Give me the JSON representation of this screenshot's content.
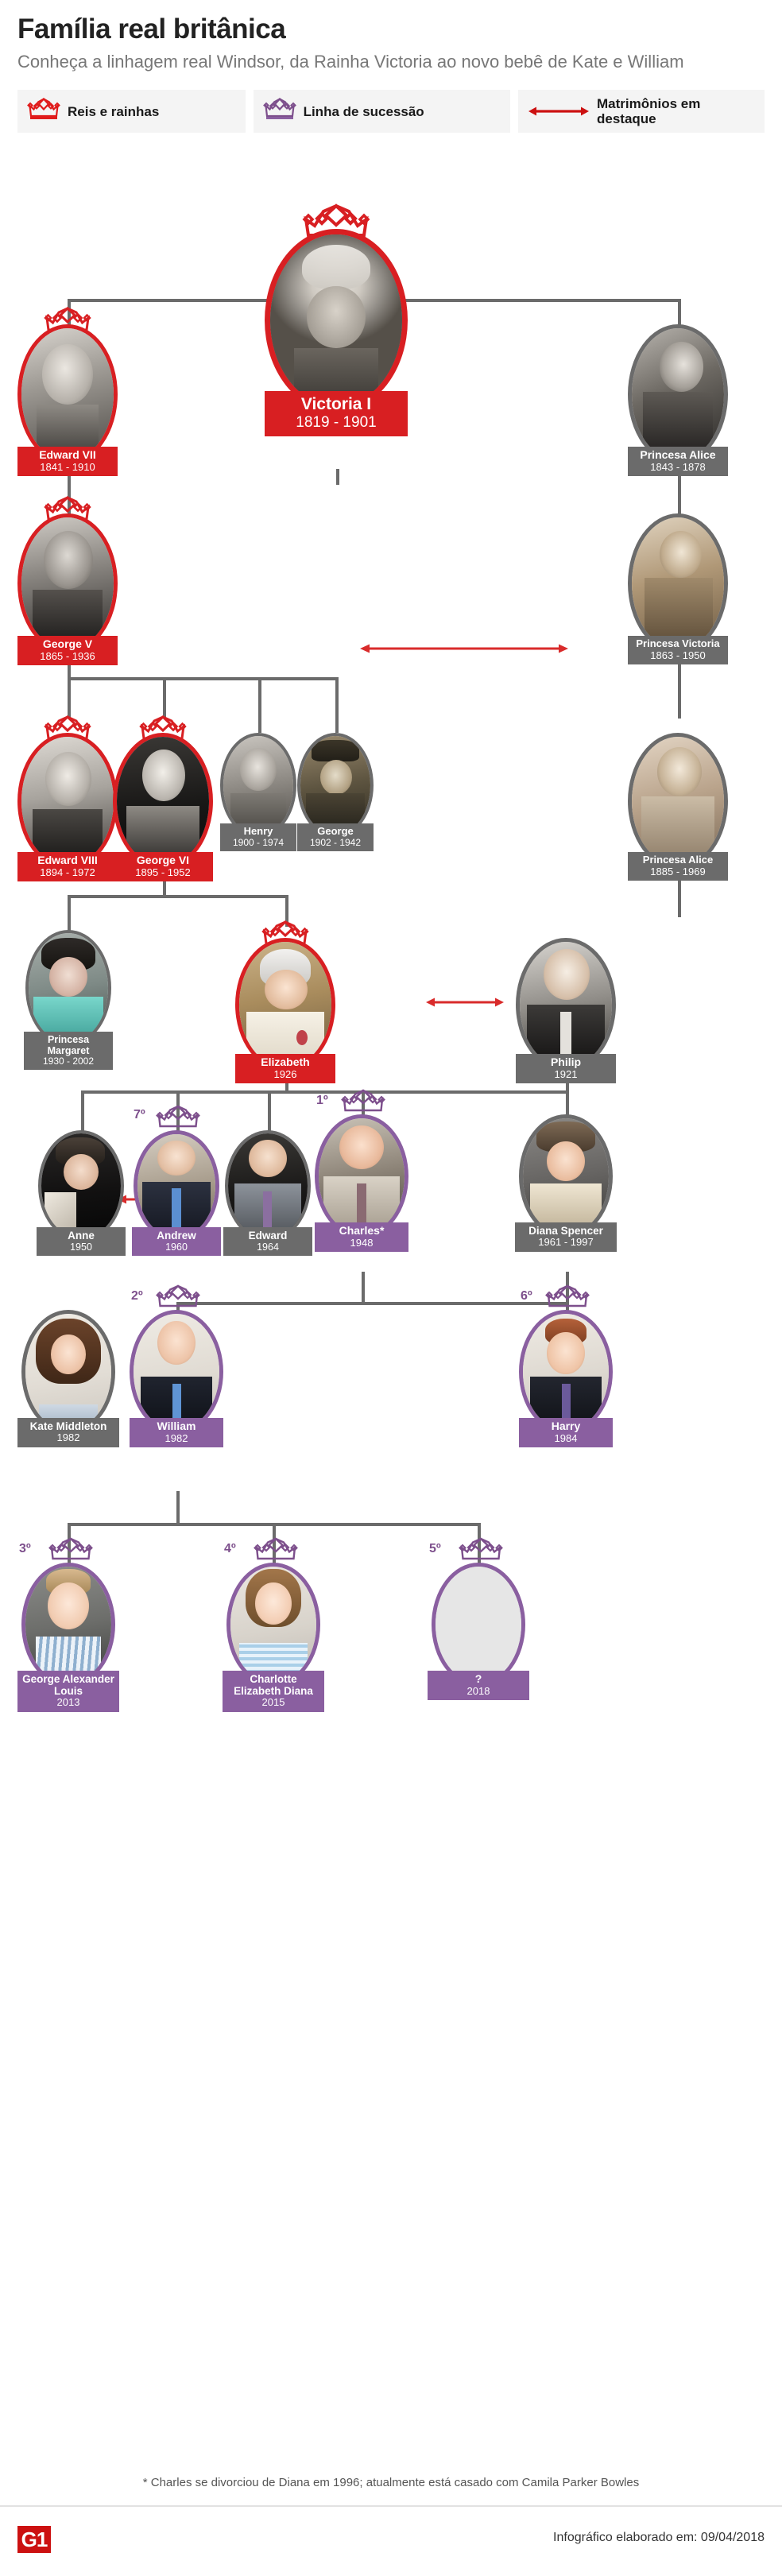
{
  "header": {
    "title": "Família real britânica",
    "subtitle": "Conheça a linhagem real Windsor, da Rainha Victoria ao novo bebê de Kate e William"
  },
  "legend": {
    "items": [
      {
        "icon": "crown-icon",
        "label": "Reis e rainhas",
        "color": "#e01b1b"
      },
      {
        "icon": "crown-icon",
        "label": "Linha de sucessão",
        "color": "#8a5fa0"
      },
      {
        "icon": "double-arrow-icon",
        "label": "Matrimônios em destaque",
        "color": "#cc1111"
      }
    ]
  },
  "colors": {
    "royal_red": "#d81f22",
    "succession_purple": "#8a5fa0",
    "neutral_gray": "#6b6b6b",
    "marriage_red": "#d92b2b"
  },
  "people": [
    {
      "id": "victoria",
      "name": "Victoria I",
      "years": "1819 - 1901",
      "type": "royal"
    },
    {
      "id": "edward7",
      "name": "Edward VII",
      "years": "1841 - 1910",
      "type": "royal"
    },
    {
      "id": "alice1",
      "name": "Princesa Alice",
      "years": "1843 - 1878",
      "type": "gray"
    },
    {
      "id": "george5",
      "name": "George V",
      "years": "1865 - 1936",
      "type": "royal"
    },
    {
      "id": "victoria2",
      "name": "Princesa Victoria",
      "years": "1863 - 1950",
      "type": "gray"
    },
    {
      "id": "edward8",
      "name": "Edward VIII",
      "years": "1894 - 1972",
      "type": "royal"
    },
    {
      "id": "george6",
      "name": "George VI",
      "years": "1895 - 1952",
      "type": "royal"
    },
    {
      "id": "henry",
      "name": "Henry",
      "years": "1900 - 1974",
      "type": "gray"
    },
    {
      "id": "georgeK",
      "name": "George",
      "years": "1902 - 1942",
      "type": "gray"
    },
    {
      "id": "alice2",
      "name": "Princesa Alice",
      "years": "1885 - 1969",
      "type": "gray"
    },
    {
      "id": "margaret",
      "name": "Princesa Margaret",
      "years": "1930 - 2002",
      "type": "gray"
    },
    {
      "id": "elizabeth",
      "name": "Elizabeth",
      "years": "1926",
      "type": "royal"
    },
    {
      "id": "philip",
      "name": "Philip",
      "years": "1921",
      "type": "gray"
    },
    {
      "id": "anne",
      "name": "Anne",
      "years": "1950",
      "type": "gray"
    },
    {
      "id": "andrew",
      "name": "Andrew",
      "years": "1960",
      "type": "succession",
      "ordinal": "7º"
    },
    {
      "id": "edwardW",
      "name": "Edward",
      "years": "1964",
      "type": "gray"
    },
    {
      "id": "charles",
      "name": "Charles*",
      "years": "1948",
      "type": "succession",
      "ordinal": "1º"
    },
    {
      "id": "diana",
      "name": "Diana Spencer",
      "years": "1961 - 1997",
      "type": "gray"
    },
    {
      "id": "kate",
      "name": "Kate Middleton",
      "years": "1982",
      "type": "gray"
    },
    {
      "id": "william",
      "name": "William",
      "years": "1982",
      "type": "succession",
      "ordinal": "2º"
    },
    {
      "id": "harry",
      "name": "Harry",
      "years": "1984",
      "type": "succession",
      "ordinal": "6º"
    },
    {
      "id": "georgeAL",
      "name": "George Alexander Louis",
      "years": "2013",
      "type": "succession",
      "ordinal": "3º"
    },
    {
      "id": "charlotte",
      "name": "Charlotte Elizabeth Diana",
      "years": "2015",
      "type": "succession",
      "ordinal": "4º"
    },
    {
      "id": "baby",
      "name": "?",
      "years": "2018",
      "type": "succession",
      "ordinal": "5º"
    }
  ],
  "footnote": "* Charles se divorciou de Diana em 1996; atualmente está casado com Camila Parker Bowles",
  "footer": {
    "logo": "G1",
    "credit": "Infográfico elaborado em: 09/04/2018"
  }
}
